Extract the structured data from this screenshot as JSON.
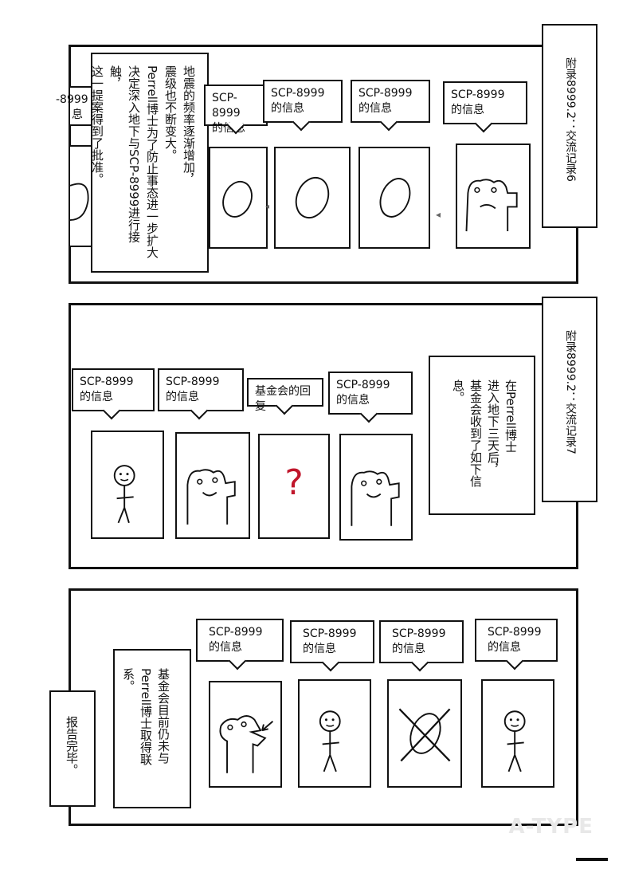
{
  "panel1": {
    "side_title": "附录8999.2：交流记录6",
    "narration": [
      "地震的频率逐渐增加，",
      "震级也不断变大。",
      "Perrell博士为了防止事态进一步扩大",
      "决定深入地下与SCP-8999进行接触，",
      "这一提案得到了批准。"
    ],
    "bubble_partial": [
      "-8999",
      "息"
    ],
    "bubbles": [
      [
        "SCP-8999",
        "的信息"
      ],
      [
        "SCP-8999",
        "的信息"
      ],
      [
        "SCP-8999",
        "的信息"
      ],
      [
        "SCP-8999",
        "的信息"
      ]
    ]
  },
  "panel2": {
    "side_title": "附录8999.2：交流记录7",
    "narration": [
      "在Perrell博士",
      "进入地下三天后，",
      "基金会收到了如下信息。"
    ],
    "bubbles": [
      [
        "SCP-8999",
        "的信息"
      ],
      [
        "SCP-8999",
        "的信息"
      ],
      [
        "基金会的回复"
      ],
      [
        "SCP-8999",
        "的信息"
      ]
    ],
    "question_mark": "?"
  },
  "panel3": {
    "narration": [
      "基金会目前仍未与",
      "Perrell博士取得联系。"
    ],
    "bubbles": [
      [
        "SCP-8999",
        "的信息"
      ],
      [
        "SCP-8999",
        "的信息"
      ],
      [
        "SCP-8999",
        "的信息"
      ],
      [
        "SCP-8999",
        "的信息"
      ]
    ]
  },
  "report_end": "报告完毕。",
  "colors": {
    "ink": "#111111",
    "question": "#c0162b",
    "background": "#ffffff"
  },
  "watermark": "A-TYPE"
}
